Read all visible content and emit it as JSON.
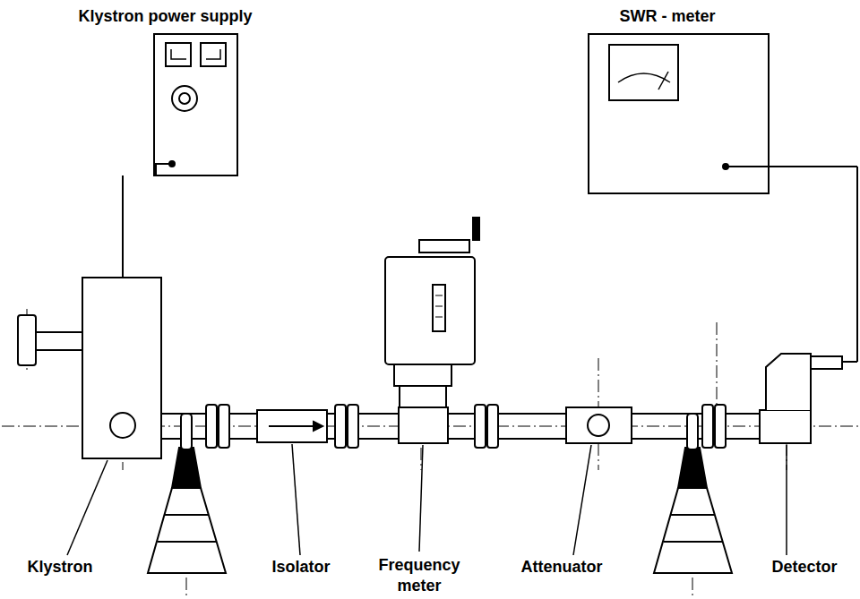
{
  "diagram": {
    "nodes": [
      {
        "text": [
          "Klystron power supply"
        ]
      },
      {
        "text": [
          "SWR - meter"
        ]
      }
    ],
    "labels": [
      "Klystron",
      "Isolator",
      "Frequency meter",
      "Attenuator",
      "Detector"
    ]
  }
}
